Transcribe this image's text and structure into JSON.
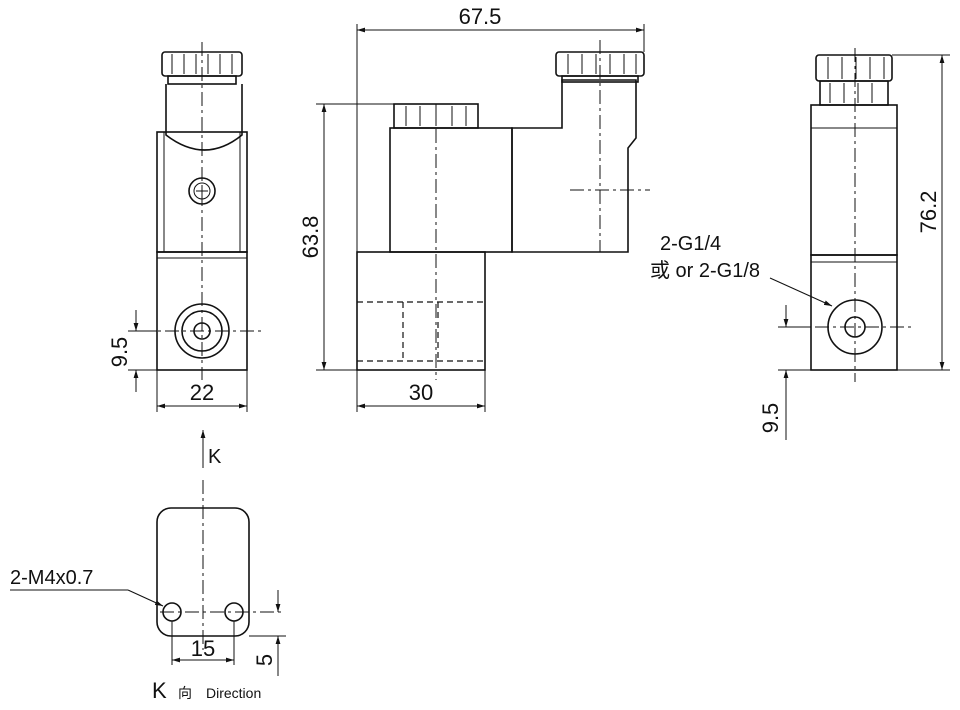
{
  "dimensions": {
    "width_side": "22",
    "height_port_side": "9.5",
    "overall_length": "67.5",
    "overall_height_front": "63.8",
    "body_width": "30",
    "overall_height_right": "76.2",
    "port_height_right": "9.5",
    "hole_spacing": "15",
    "hole_offset": "5"
  },
  "callouts": {
    "port_thread_line1": "2-G1/4",
    "port_thread_line2": "或 or 2-G1/8",
    "mount_thread": "2-M4x0.7"
  },
  "view_labels": {
    "arrow_k": "K",
    "k_view_letter": "K",
    "k_view_cn": "向",
    "k_view_en": "Direction"
  }
}
